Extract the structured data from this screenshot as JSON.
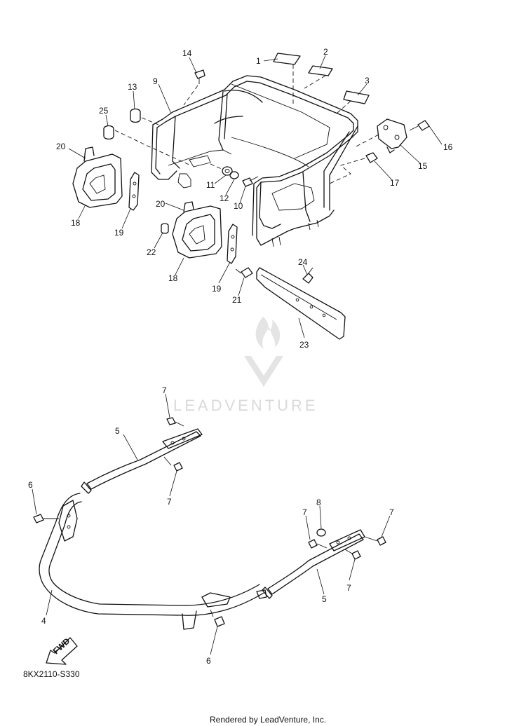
{
  "diagram": {
    "code": "8KX2110-S330",
    "footer": "Rendered by LeadVenture, Inc.",
    "watermark": "LEADVENTURE",
    "fwd_label": "FWD",
    "callouts": {
      "c1": "1",
      "c2": "2",
      "c3": "3",
      "c9": "9",
      "c13": "13",
      "c14": "14",
      "c25": "25",
      "c20a": "20",
      "c20b": "20",
      "c18a": "18",
      "c18b": "18",
      "c19a": "19",
      "c19b": "19",
      "c11": "11",
      "c12": "12",
      "c10": "10",
      "c16": "16",
      "c15": "15",
      "c17": "17",
      "c22": "22",
      "c21": "21",
      "c24": "24",
      "c23": "23",
      "c7a": "7",
      "c5a": "5",
      "c7b": "7",
      "c6a": "6",
      "c4": "4",
      "c7c": "7",
      "c8": "8",
      "c7d": "7",
      "c7e": "7",
      "c5b": "5",
      "c6b": "6"
    }
  }
}
